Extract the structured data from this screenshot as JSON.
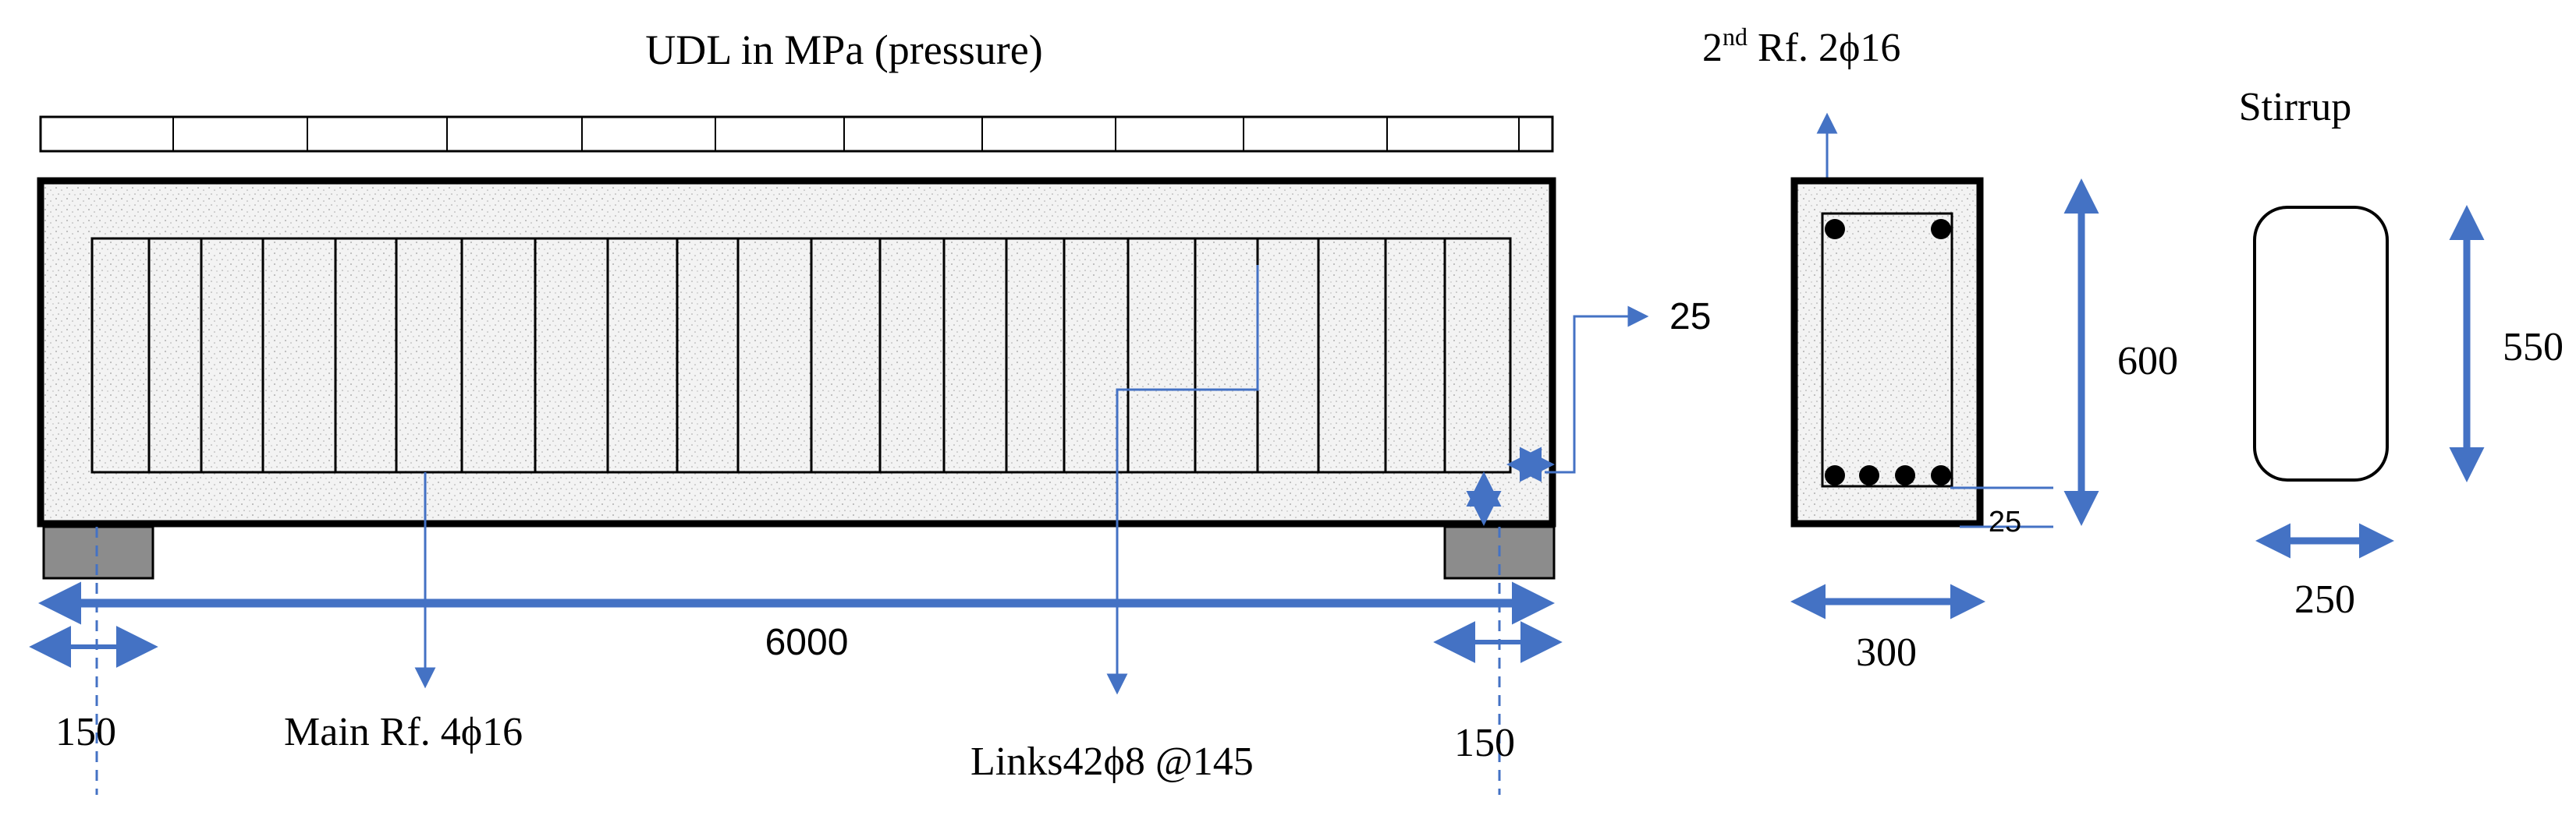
{
  "labels": {
    "udl": "UDL in MPa (pressure)",
    "span": "6000",
    "support_left": "150",
    "support_right": "150",
    "cover_side": "25",
    "main_rf": "Main Rf. 4ϕ16",
    "links": "Links42ϕ8 @145",
    "second_rf_prefix": "2",
    "second_rf_sup": "nd",
    "second_rf_rest": " Rf. 2ϕ16",
    "section_depth": "600",
    "section_width": "300",
    "section_cover": "25",
    "stirrup_title": "Stirrup",
    "stirrup_height": "550",
    "stirrup_width": "250"
  },
  "colors": {
    "dimension": "#4472c4",
    "outline": "#000000",
    "concrete": "#f2f2f2",
    "support": "#8c8c8c"
  }
}
